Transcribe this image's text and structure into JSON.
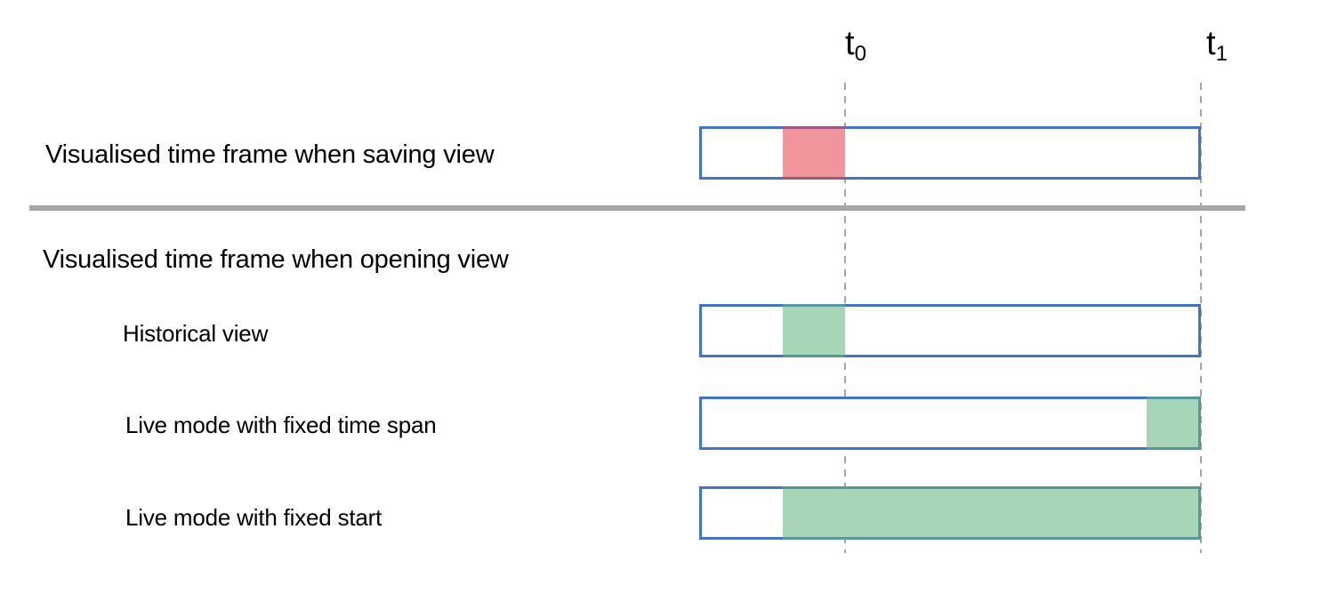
{
  "colors": {
    "bar_border": "#4472C4",
    "red_fill": "rgba(228, 66, 79, 0.56)",
    "green_fill": "rgba(97, 181, 126, 0.56)",
    "divider": "#A6A6A6",
    "dashed_line": "#A6A6A6",
    "text": "#000000"
  },
  "axis": {
    "t0": {
      "base": "t",
      "sub": "0"
    },
    "t1": {
      "base": "t",
      "sub": "1"
    }
  },
  "sections": {
    "saving": {
      "title": "Visualised time frame when saving view"
    },
    "opening": {
      "title": "Visualised time frame when opening view",
      "rows": [
        {
          "label": "Historical view"
        },
        {
          "label": "Live mode with fixed time span"
        },
        {
          "label": "Live mode with fixed start"
        }
      ]
    }
  },
  "bars": [
    {
      "name": "saving-view-bar",
      "segments": [
        {
          "name": "saved-time-window-segment",
          "color_key": "red_fill",
          "start_pct": 16.3,
          "end_pct": 28.9
        }
      ]
    },
    {
      "name": "historical-view-bar",
      "segments": [
        {
          "name": "historical-window-segment",
          "color_key": "green_fill",
          "start_pct": 16.3,
          "end_pct": 28.9
        }
      ]
    },
    {
      "name": "fixed-time-span-bar",
      "segments": [
        {
          "name": "live-window-segment",
          "color_key": "green_fill",
          "start_pct": 89.6,
          "end_pct": 100.5
        }
      ]
    },
    {
      "name": "fixed-start-bar",
      "segments": [
        {
          "name": "live-window-segment",
          "color_key": "green_fill",
          "start_pct": 16.3,
          "end_pct": 100.5
        }
      ]
    }
  ]
}
